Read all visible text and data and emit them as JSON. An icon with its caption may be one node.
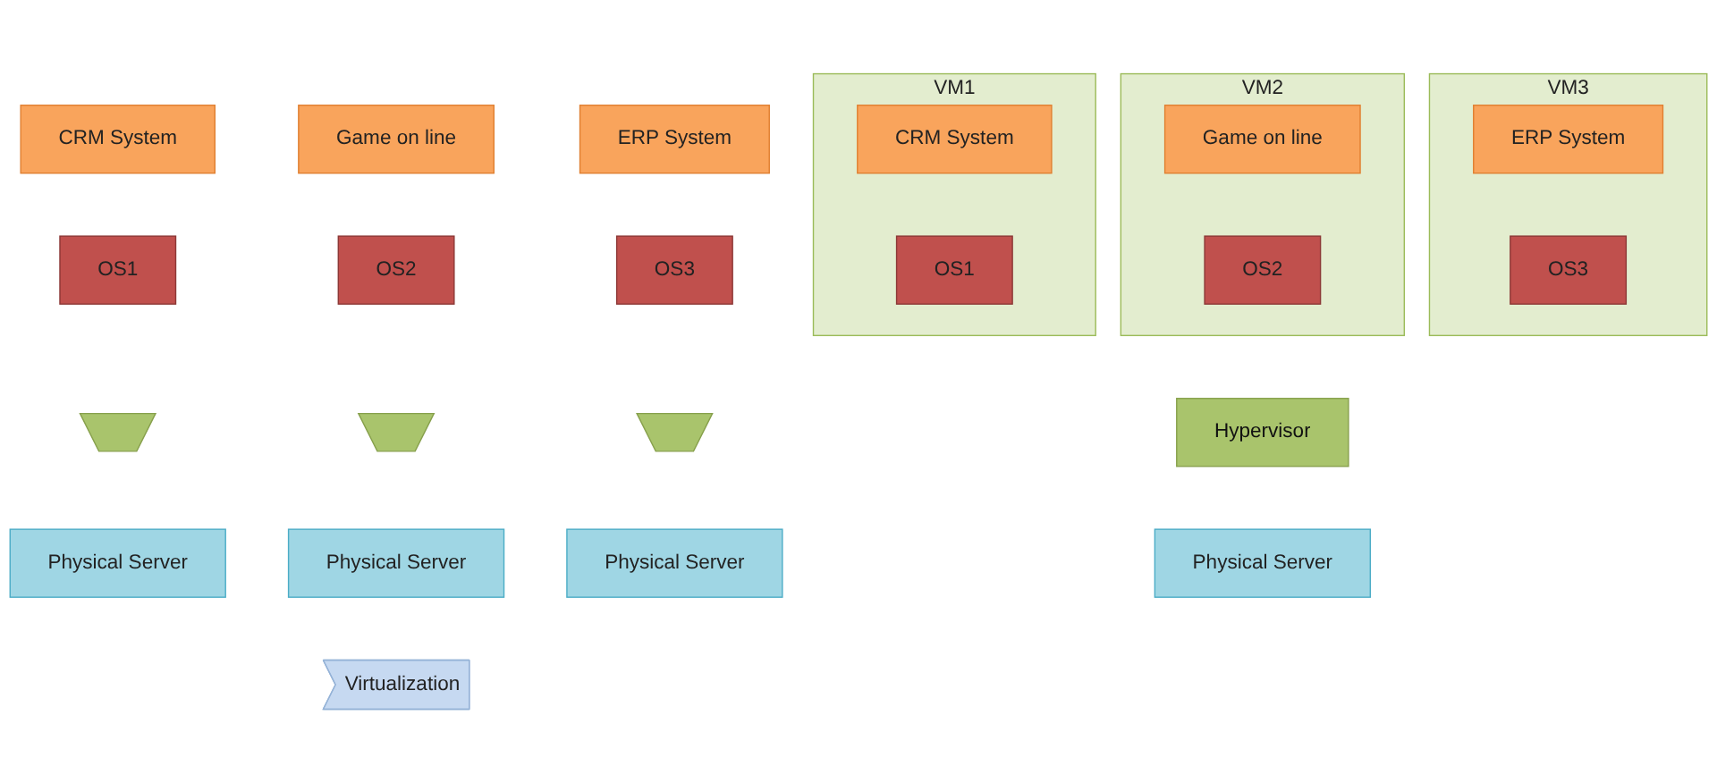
{
  "diagram": {
    "nodes": [
      {
        "text": [
          "CRM System"
        ]
      },
      {
        "text": [
          "Game on line"
        ]
      },
      {
        "text": [
          "ERP System"
        ]
      },
      {
        "text": [
          "OS1"
        ]
      },
      {
        "text": [
          "OS2"
        ]
      },
      {
        "text": [
          "OS3"
        ]
      },
      {
        "text": [],
        "shape": "trapezoid"
      },
      {
        "text": [],
        "shape": "trapezoid"
      },
      {
        "text": [],
        "shape": "trapezoid"
      },
      {
        "text": [
          "Physical Server"
        ]
      },
      {
        "text": [
          "Physical Server"
        ]
      },
      {
        "text": [
          "Physical Server"
        ]
      },
      {
        "text": [
          "Virtualization"
        ]
      },
      {
        "text": [
          "VM1"
        ]
      },
      {
        "text": [
          "CRM System"
        ],
        "in": 13
      },
      {
        "text": [
          "OS1"
        ],
        "in": 13
      },
      {
        "text": [
          "VM2"
        ]
      },
      {
        "text": [
          "Game on line"
        ],
        "in": 16
      },
      {
        "text": [
          "OS2"
        ],
        "in": 16
      },
      {
        "text": [
          "VM3"
        ]
      },
      {
        "text": [
          "ERP System"
        ],
        "in": 19
      },
      {
        "text": [
          "OS3"
        ],
        "in": 19
      },
      {
        "text": [
          "Hypervisor"
        ]
      },
      {
        "text": [
          "Physical Server"
        ]
      }
    ],
    "edges": []
  }
}
